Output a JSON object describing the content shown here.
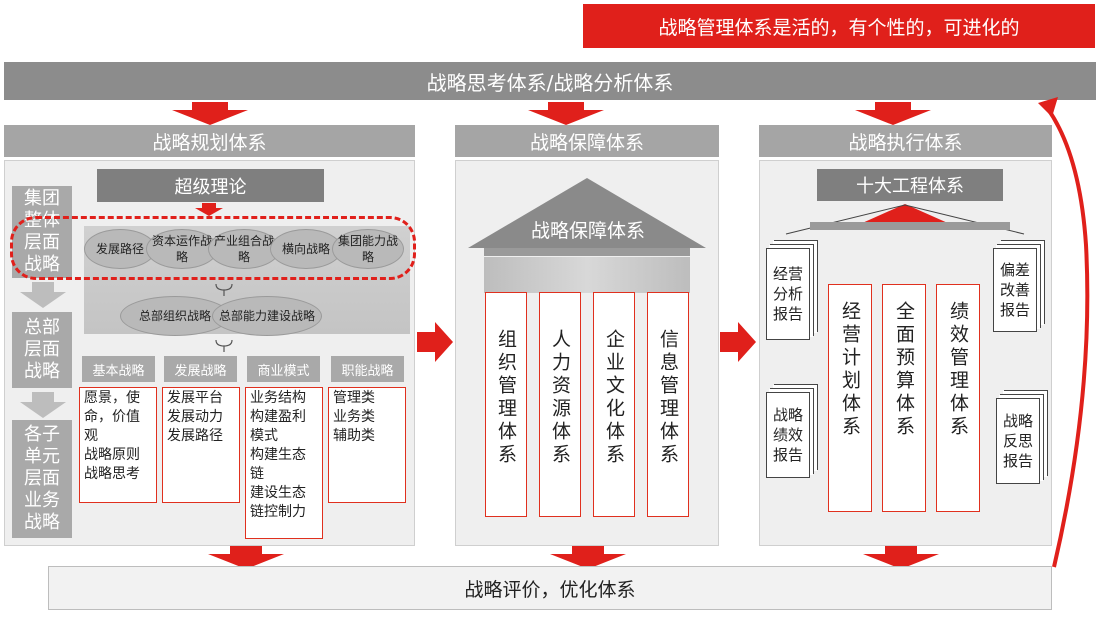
{
  "top_banner": "战略管理体系是活的，有个性的，可进化的",
  "thinking_bar": "战略思考体系/战略分析体系",
  "eval_bar": "战略评价，优化体系",
  "planning": {
    "header": "战略规划体系",
    "theory": "超级理论",
    "levels": [
      "集团整体层面战略",
      "总部层面战略",
      "各子单元层面业务战略"
    ],
    "group_ovals": [
      "发展路径",
      "资本运作战略",
      "产业组合战略",
      "横向战略",
      "集团能力战略"
    ],
    "hq_ovals": [
      "总部组织战略",
      "总部能力建设战略"
    ],
    "columns": [
      {
        "title": "基本战略",
        "items": [
          "愿景，使命，价值观",
          "战略原则",
          "战略思考"
        ]
      },
      {
        "title": "发展战略",
        "items": [
          "发展平台",
          "发展动力",
          "发展路径"
        ]
      },
      {
        "title": "商业模式",
        "items": [
          "业务结构",
          "构建盈利模式",
          "构建生态链",
          "建设生态链控制力"
        ]
      },
      {
        "title": "职能战略",
        "items": [
          "管理类",
          "业务类",
          "辅助类"
        ]
      }
    ]
  },
  "support": {
    "header": "战略保障体系",
    "roof": "战略保障体系",
    "pillars": [
      "组织管理体系",
      "人力资源体系",
      "企业文化体系",
      "信息管理体系"
    ]
  },
  "execution": {
    "header": "战略执行体系",
    "title": "十大工程体系",
    "pillars": [
      "经营计划体系",
      "全面预算体系",
      "绩效管理体系"
    ],
    "reports": [
      "经营分析报告",
      "偏差改善报告",
      "战略绩效报告",
      "战略反思报告"
    ]
  },
  "colors": {
    "accent": "#e0201b",
    "bar": "#8c8c8c",
    "header": "#a5a5a5",
    "panel": "#efefef"
  }
}
